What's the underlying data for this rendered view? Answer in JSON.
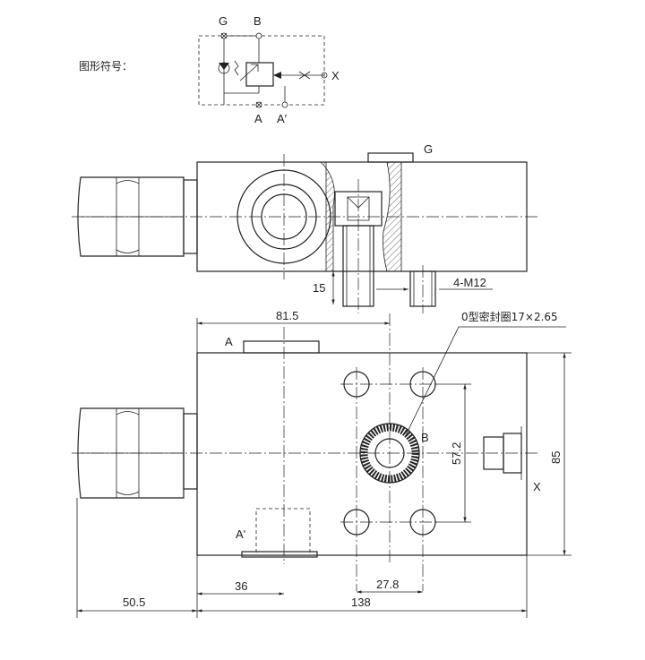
{
  "symbol": {
    "caption": "图形符号：",
    "ports": {
      "g": "G",
      "b": "B",
      "x": "X",
      "a": "A",
      "a_prime": "A′"
    }
  },
  "section_view": {
    "port_g": "G",
    "depth_dim": "15",
    "thread_note": "4-M12"
  },
  "plan_view": {
    "port_a": "A",
    "port_a_prime": "A'",
    "port_b": "B",
    "port_x": "X",
    "seal_note": "0型密封圈17×2.65",
    "dims": {
      "d_81_5": "81.5",
      "d_57_2": "57.2",
      "d_85": "85",
      "d_36": "36",
      "d_27_8": "27.8",
      "d_50_5": "50.5",
      "d_138": "138"
    }
  }
}
